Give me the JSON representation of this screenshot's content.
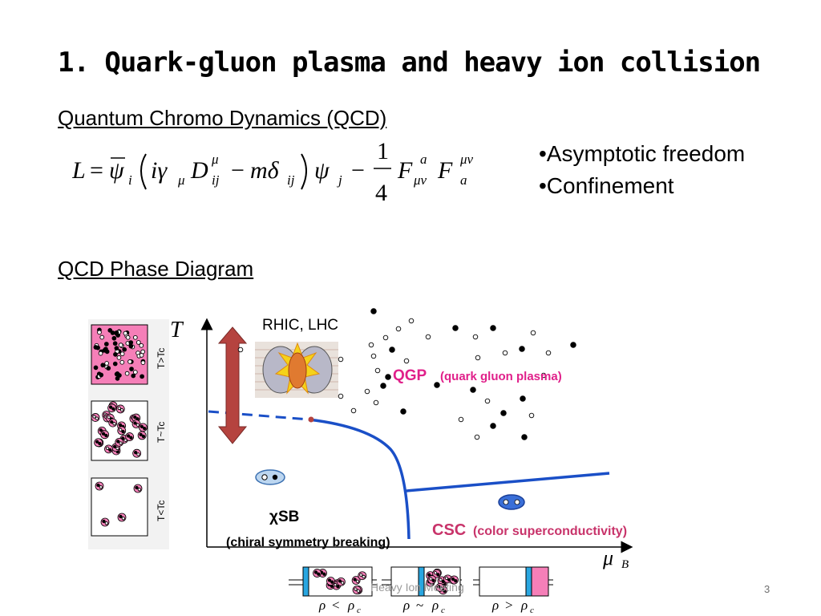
{
  "slide": {
    "title": "1. Quark-gluon plasma and heavy ion collision",
    "qcd_heading": "Quantum Chromo Dynamics (QCD)",
    "bullets": [
      "•Asymptotic freedom",
      "•Confinement"
    ],
    "phase_heading": "QCD Phase Diagram",
    "footer": "Heavy Ion Meeting",
    "page_number": "3"
  },
  "equation": {
    "lhs": "L",
    "psi_bar": "ψ",
    "term": "iγ",
    "D": "D",
    "m_delta": "mδ",
    "psi_j": "ψ",
    "frac_num": "1",
    "frac_den": "4",
    "F": "F",
    "sub_i": "i",
    "sub_mu": "μ",
    "sup_mu": "μ",
    "sub_ij": "ij",
    "sub_j": "j",
    "sup_a": "a",
    "sub_munu": "μν",
    "sup_munu": "μν",
    "sub_a": "a"
  },
  "diagram": {
    "y_axis": "T",
    "x_axis": "μ",
    "x_axis_sub": "B",
    "rhic_label": "RHIC, LHC",
    "qgp_label": "QGP",
    "qgp_desc": "(quark gluon plasma)",
    "chisb_label": "χSB",
    "chisb_desc": "(chiral symmetry breaking)",
    "csc_label": "CSC",
    "csc_desc": "(color superconductivity)",
    "side_labels": [
      "T>Tc",
      "T~Tc",
      "T<Tc"
    ],
    "pistons": [
      {
        "rho": "ρ",
        "rel": "<",
        "c": "ρ",
        "sub": "c"
      },
      {
        "rho": "ρ",
        "rel": "~",
        "c": "ρ",
        "sub": "c"
      },
      {
        "rho": "ρ",
        "rel": ">",
        "c": "ρ",
        "sub": "c"
      }
    ],
    "colors": {
      "phase_line": "#1a4fc7",
      "arrow": "#b5433f",
      "box_pink": "#f57fb8",
      "qgp_text": "#e0208a",
      "csc_text": "#c8336a",
      "piston_blue": "#29a6e0"
    }
  }
}
